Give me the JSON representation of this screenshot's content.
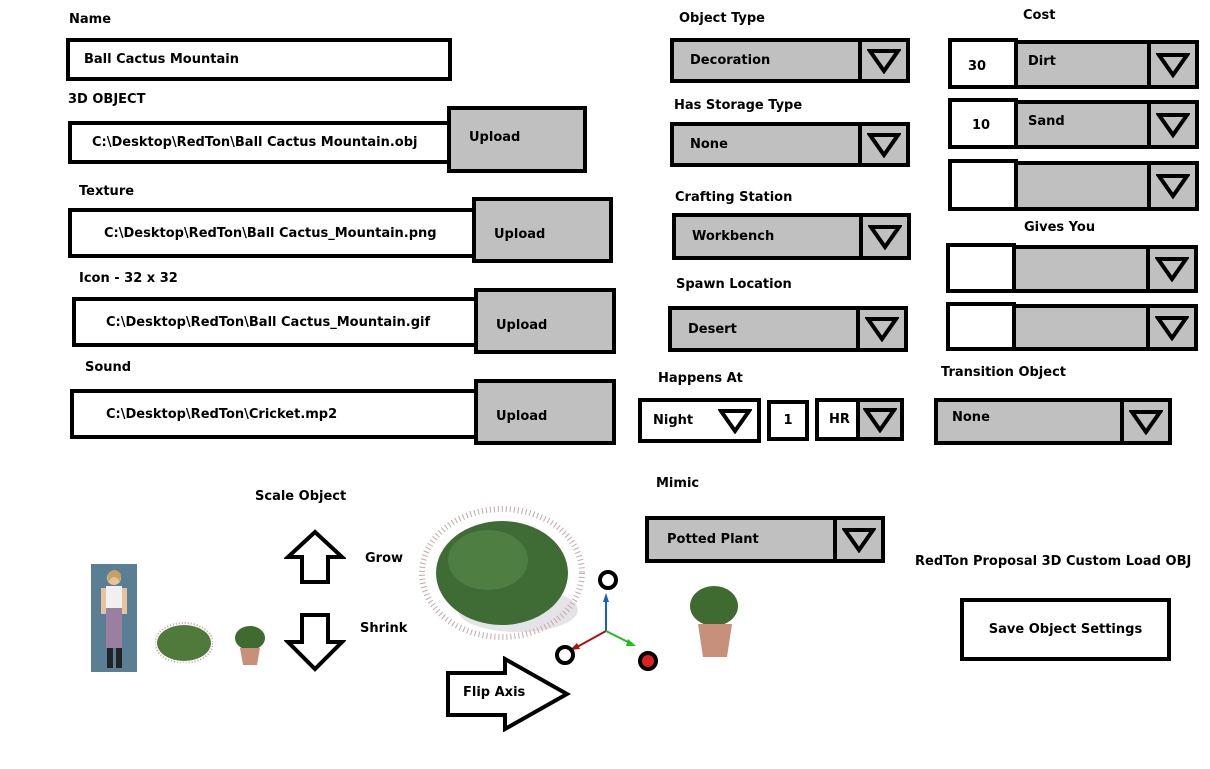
{
  "name": {
    "label": "Name",
    "value": "Ball Cactus Mountain"
  },
  "object_3d": {
    "label": "3D OBJECT",
    "value": "C:\\Desktop\\RedTon\\Ball Cactus Mountain.obj",
    "upload": "Upload"
  },
  "texture": {
    "label": "Texture",
    "value": "C:\\Desktop\\RedTon\\Ball Cactus_Mountain.png",
    "upload": "Upload"
  },
  "icon": {
    "label": "Icon - 32 x 32",
    "value": "C:\\Desktop\\RedTon\\Ball Cactus_Mountain.gif",
    "upload": "Upload"
  },
  "sound": {
    "label": "Sound",
    "value": "C:\\Desktop\\RedTon\\Cricket.mp2",
    "upload": "Upload"
  },
  "object_type": {
    "label": "Object Type",
    "value": "Decoration"
  },
  "storage_type": {
    "label": "Has Storage Type",
    "value": "None"
  },
  "crafting_station": {
    "label": "Crafting Station",
    "value": "Workbench"
  },
  "spawn_location": {
    "label": "Spawn Location",
    "value": "Desert"
  },
  "cost": {
    "label": "Cost",
    "rows": [
      {
        "qty": "30",
        "item": "Dirt"
      },
      {
        "qty": "10",
        "item": "Sand"
      },
      {
        "qty": "",
        "item": ""
      }
    ]
  },
  "gives_you": {
    "label": "Gives You",
    "rows": [
      {
        "qty": "",
        "item": ""
      },
      {
        "qty": "",
        "item": ""
      }
    ]
  },
  "happens_at": {
    "label": "Happens At",
    "time": "Night",
    "amount": "1",
    "unit": "HR"
  },
  "transition_object": {
    "label": "Transition Object",
    "value": "None"
  },
  "mimic": {
    "label": "Mimic",
    "value": "Potted Plant"
  },
  "scale": {
    "label": "Scale Object",
    "grow": "Grow",
    "shrink": "Shrink"
  },
  "flip_axis": "Flip Axis",
  "proposal_text": "RedTon Proposal 3D Custom Load OBJ",
  "save_button": "Save Object Settings",
  "colors": {
    "field_gray": "#c0c0c0",
    "axis_x": "#b01010",
    "axis_y": "#20c020",
    "axis_z": "#1060d0",
    "selected_axis": "#e02020"
  }
}
